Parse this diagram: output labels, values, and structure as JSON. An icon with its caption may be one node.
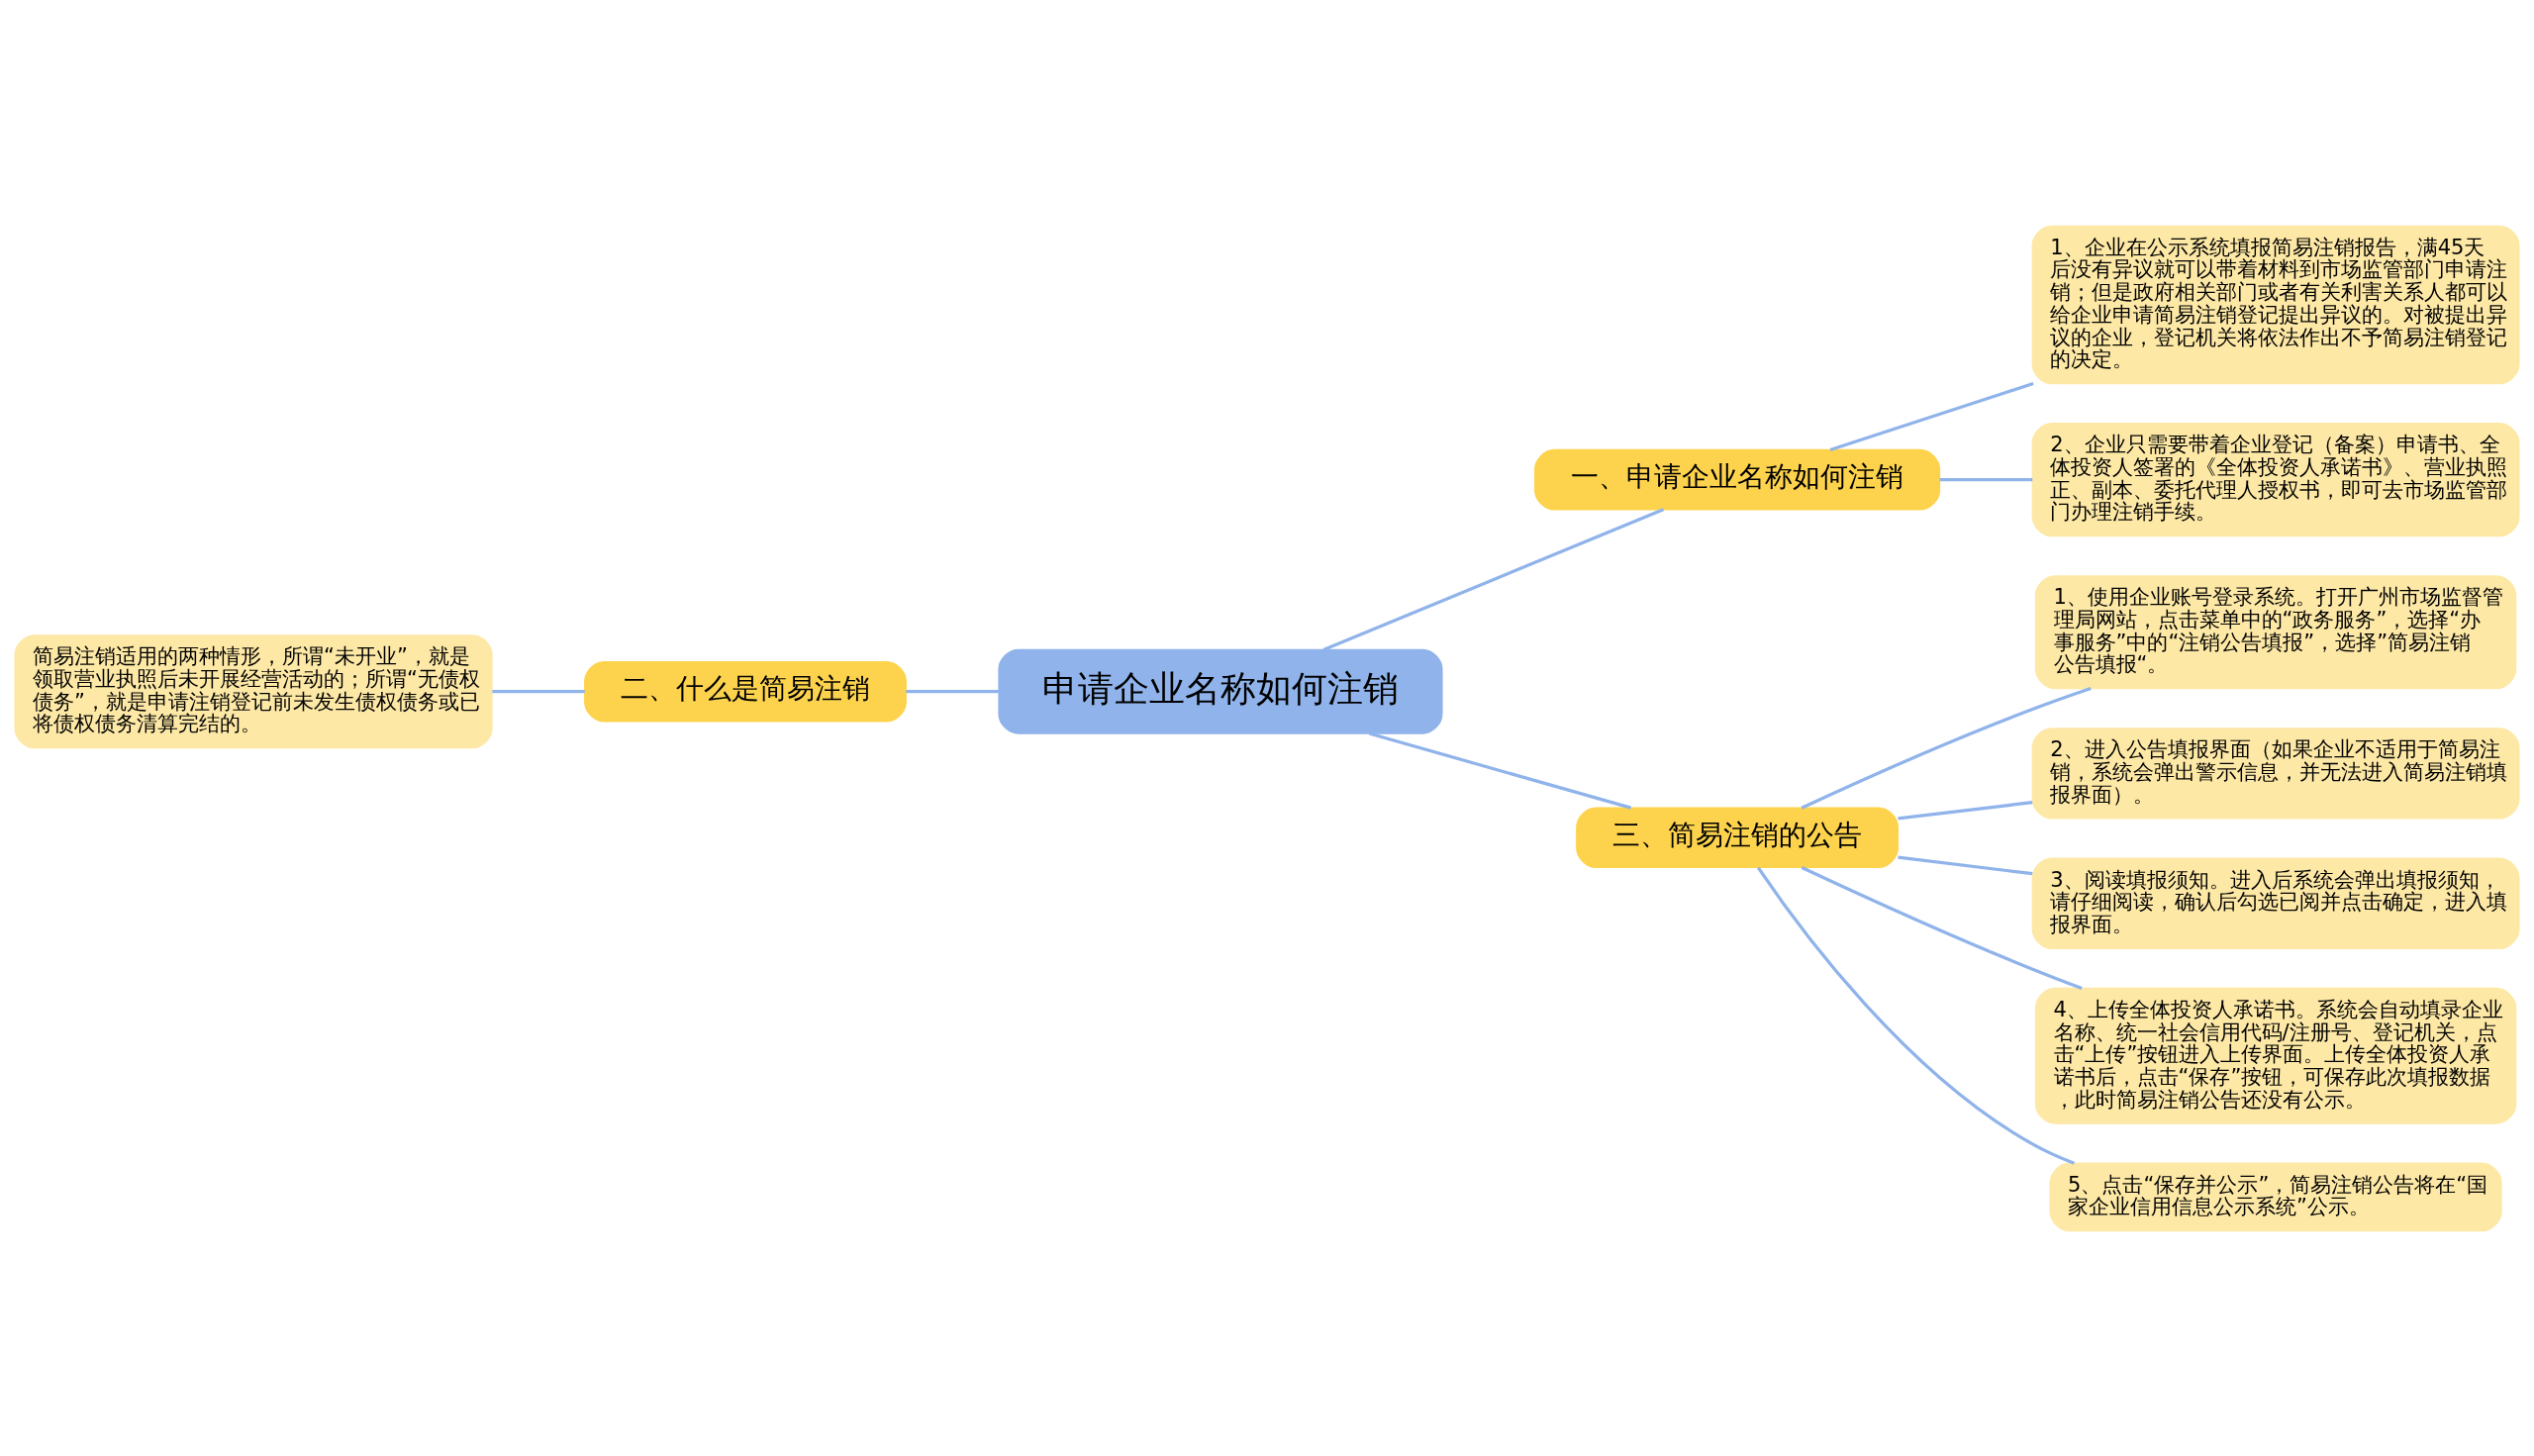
{
  "diagram": {
    "nodes": [
      {
        "text": [
          "申请企业名称如何注销"
        ]
      },
      {
        "text": [
          "一、申请企业名称如何注销"
        ]
      },
      {
        "text": [
          "1、企业在公示系统填报简易注销报告，满45天后没有异议就可以带着材料到市场监管部门申请注销；但是政府相关部门或者有关利害关系人都可以给企业申请简易注销登记提出异议的。对被提出异议的企业，登记机关将依法作出不予简易注销登记的决定。"
        ]
      },
      {
        "text": [
          "2、企业只需要带着企业登记（备案）申请书、全体投资人签署的《全体投资人承诺书》、营业执照正、副本、委托代理人授权书，即可去市场监管部门办理注销手续。"
        ]
      },
      {
        "text": [
          "二、什么是简易注销"
        ]
      },
      {
        "text": [
          "简易注销适用的两种情形，所谓“未开业”，就是领取营业执照后未开展经营活动的；所谓“无债权债务”，就是申请注销登记前未发生债权债务或已将债权债务清算完结的。"
        ]
      },
      {
        "text": [
          "三、简易注销的公告"
        ]
      },
      {
        "text": [
          "1、使用企业账号登录系统。打开广州市场监督管理局网站，点击菜单中的“政务服务”，选择“办事服务”中的“注销公告填报”，选择”简易注销公告填报“。"
        ]
      },
      {
        "text": [
          "2、进入公告填报界面（如果企业不适用于简易注销，系统会弹出警示信息，并无法进入简易注销填报界面）。"
        ]
      },
      {
        "text": [
          "3、阅读填报须知。进入后系统会弹出填报须知，请仔细阅读，确认后勾选已阅并点击确定，进入填报界面。"
        ]
      },
      {
        "text": [
          "4、上传全体投资人承诺书。系统会自动填录企业名称、统一社会信用代码/注册号、登记机关，点击“上传”按钮进入上传界面。上传全体投资人承诺书后，点击“保存”按钮，可保存此次填报数据，此时简易注销公告还没有公示。"
        ]
      },
      {
        "text": [
          "5、点击“保存并公示”，简易注销公告将在“国家企业信用信息公示系统”公示。"
        ]
      }
    ],
    "edges": [
      {
        "from": 0,
        "to": 1,
        "arrow": "none"
      },
      {
        "from": 1,
        "to": 2,
        "arrow": "none"
      },
      {
        "from": 1,
        "to": 3,
        "arrow": "none"
      },
      {
        "from": 0,
        "to": 4,
        "arrow": "none"
      },
      {
        "from": 4,
        "to": 5,
        "arrow": "none"
      },
      {
        "from": 0,
        "to": 6,
        "arrow": "none"
      },
      {
        "from": 6,
        "to": 7,
        "arrow": "none"
      },
      {
        "from": 6,
        "to": 8,
        "arrow": "none"
      },
      {
        "from": 6,
        "to": 9,
        "arrow": "none"
      },
      {
        "from": 6,
        "to": 10,
        "arrow": "none"
      },
      {
        "from": 6,
        "to": 11,
        "arrow": "none"
      }
    ]
  }
}
